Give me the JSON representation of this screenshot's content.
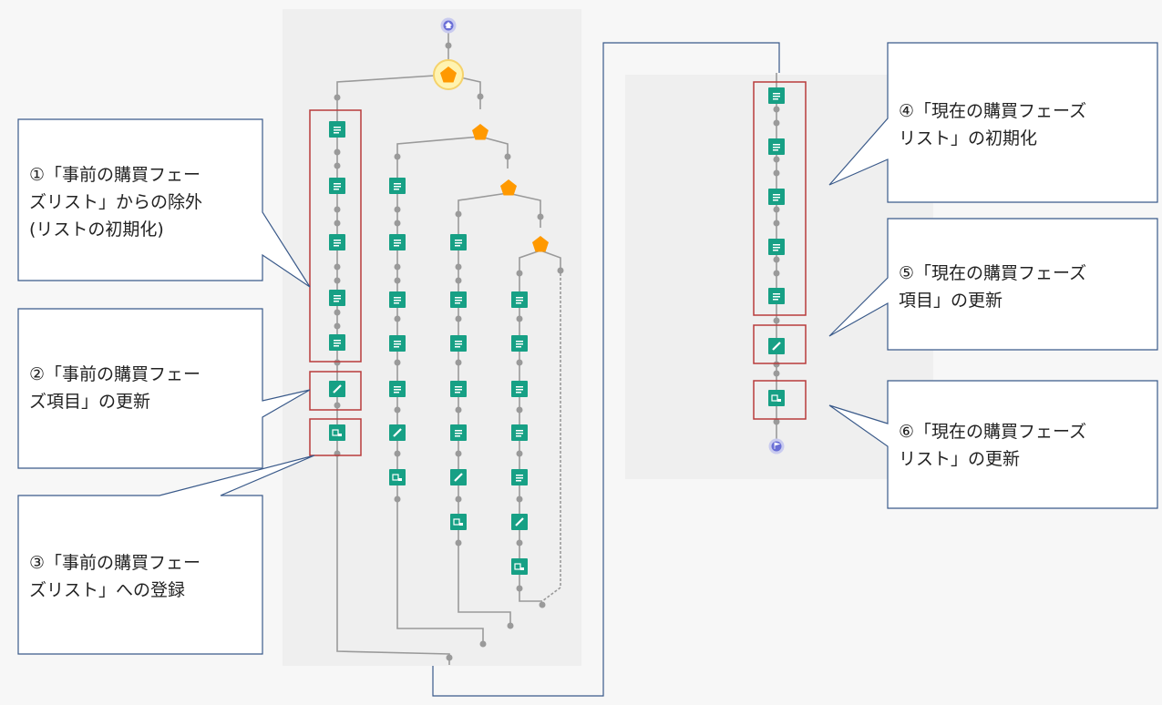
{
  "callouts": {
    "c1": "①「事前の購買フェー\nズリスト」からの除外\n(リストの初期化)",
    "c2": "②「事前の購買フェー\nズ項目」の更新",
    "c3": "③「事前の購買フェー\nズリスト」への登録",
    "c4": "④「現在の購買フェーズ\nリスト」の初期化",
    "c5": "⑤「現在の購買フェーズ\n項目」の更新",
    "c6": "⑥「現在の購買フェーズ\nリスト」の更新"
  },
  "colors": {
    "node_fill": "#17a085",
    "decision": "#ff9900",
    "highlight": "#b83b3b",
    "callout_border": "#3a5a8a",
    "terminal": "#6a6fd6"
  },
  "icons": {
    "start": "home-icon",
    "end": "flag-icon",
    "decision": "decision-pentagon-icon",
    "assignment": "list-assign-icon",
    "update": "pencil-update-icon",
    "create": "record-create-icon"
  }
}
